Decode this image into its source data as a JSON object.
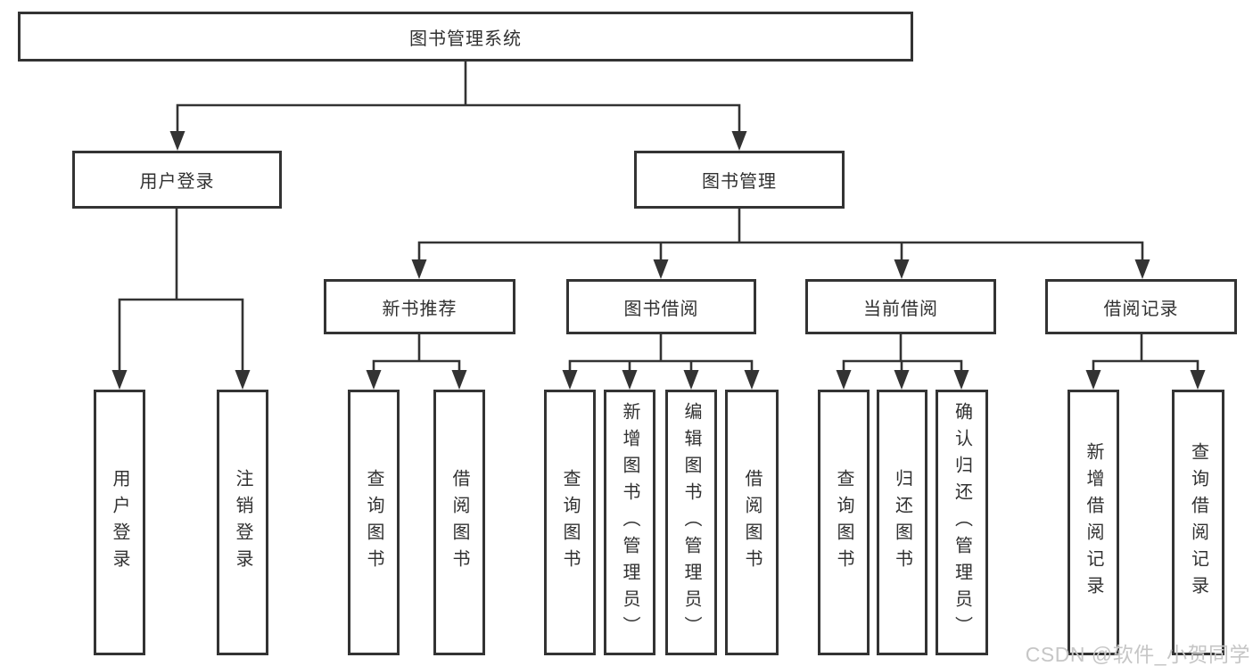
{
  "colors": {
    "line": "#333333",
    "box_border": "#333333",
    "text": "#313131",
    "background": "#ffffff",
    "watermark": "#c6c6c6"
  },
  "root": {
    "label": "图书管理系统"
  },
  "branches": {
    "user_login": {
      "label": "用户登录",
      "children": [
        {
          "label": "用户登录"
        },
        {
          "label": "注销登录"
        }
      ]
    },
    "book_management": {
      "label": "图书管理",
      "sections": [
        {
          "label": "新书推荐",
          "children": [
            {
              "label": "查询图书"
            },
            {
              "label": "借阅图书"
            }
          ]
        },
        {
          "label": "图书借阅",
          "children": [
            {
              "label": "查询图书"
            },
            {
              "label": "新增图书（管理员）"
            },
            {
              "label": "编辑图书（管理员）"
            },
            {
              "label": "借阅图书"
            }
          ]
        },
        {
          "label": "当前借阅",
          "children": [
            {
              "label": "查询图书"
            },
            {
              "label": "归还图书"
            },
            {
              "label": "确认归还（管理员）"
            }
          ]
        },
        {
          "label": "借阅记录",
          "children": [
            {
              "label": "新增借阅记录"
            },
            {
              "label": "查询借阅记录"
            }
          ]
        }
      ]
    }
  },
  "watermark": {
    "text": "CSDN @软件_小贺同学"
  }
}
